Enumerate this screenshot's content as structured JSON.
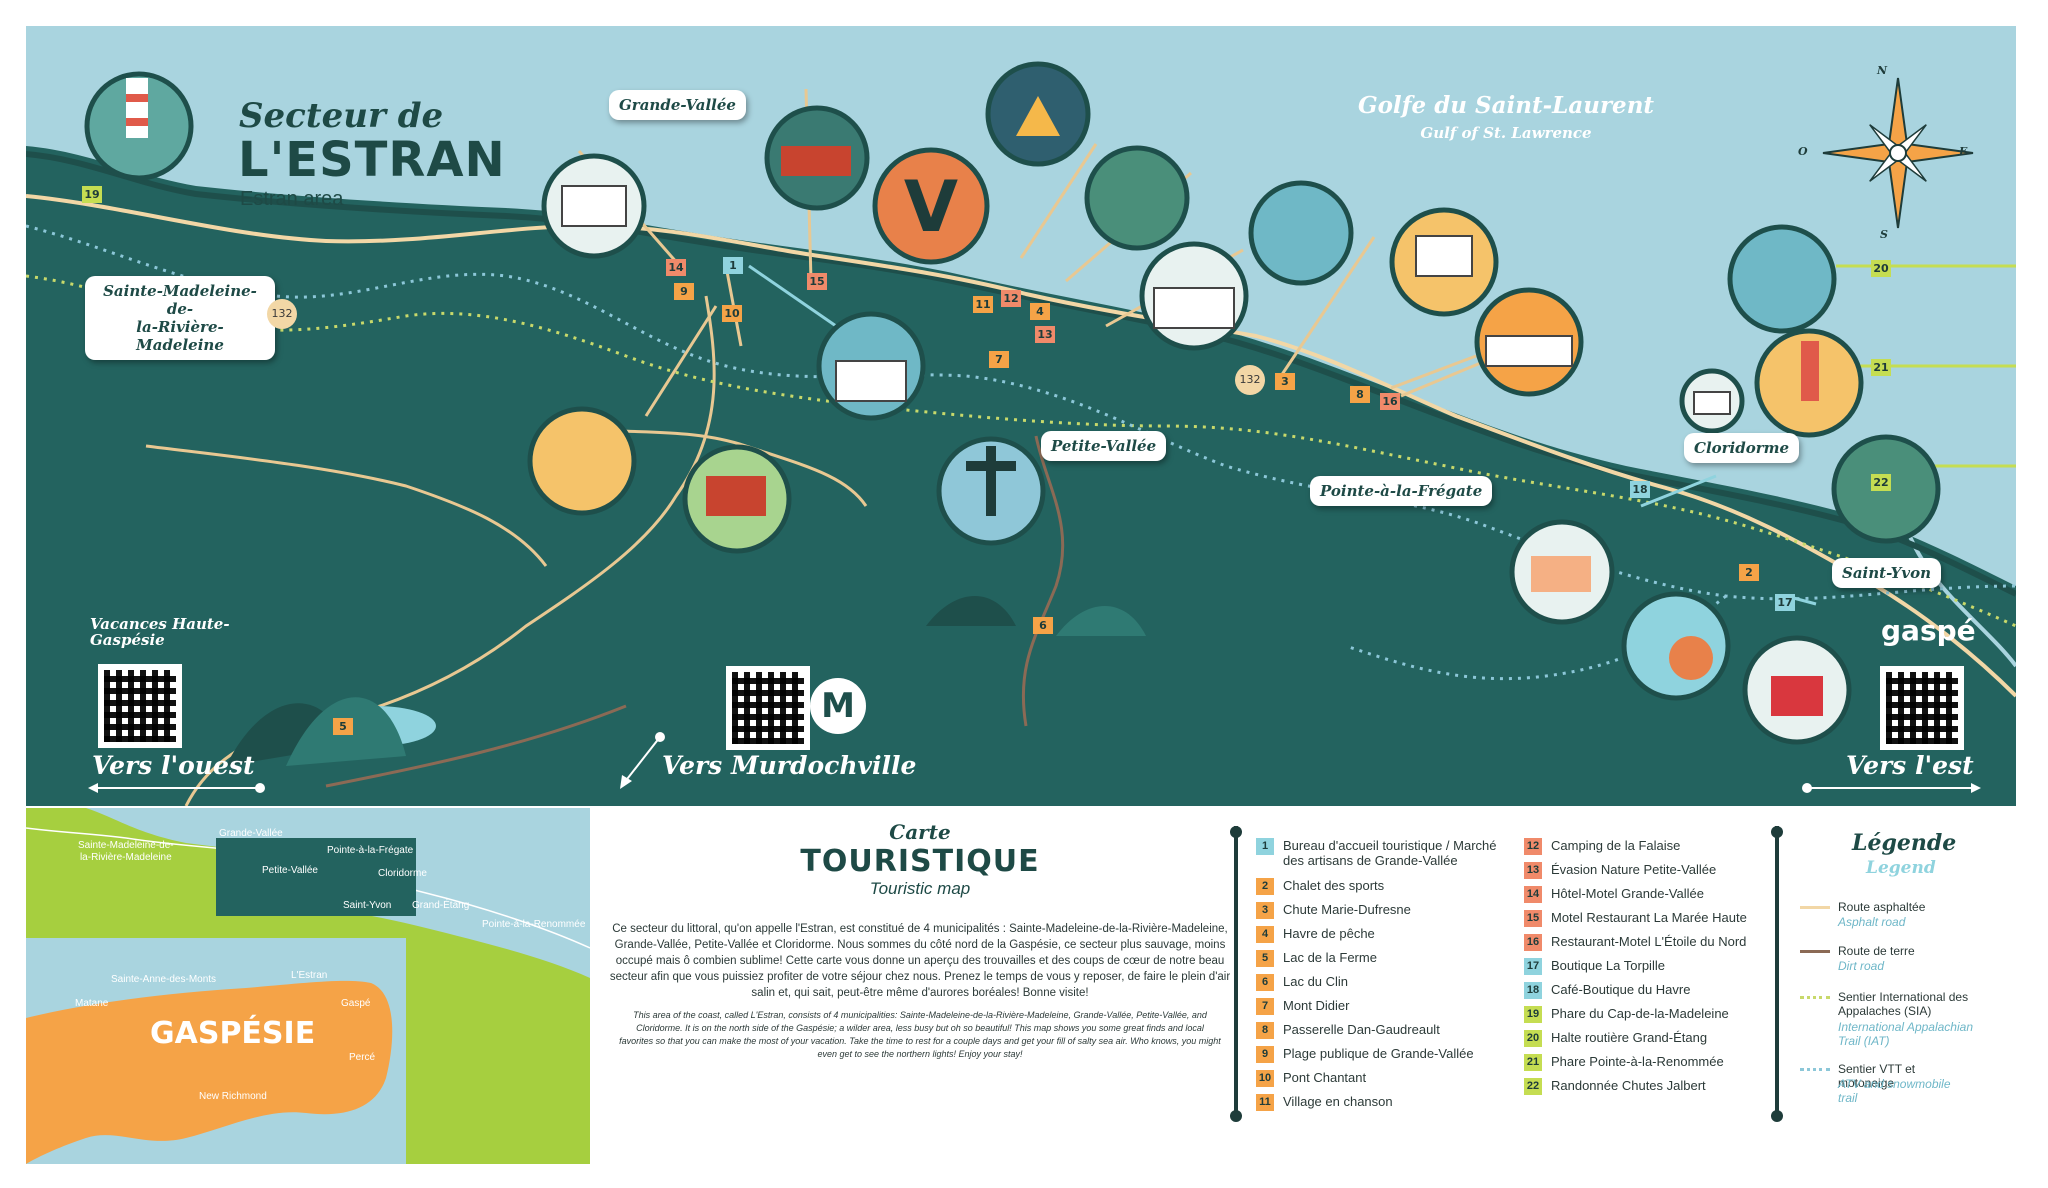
{
  "colors": {
    "sea": "#a9d4df",
    "land": "#23635f",
    "land_dark": "#1e4f4b",
    "road": "#e8c892",
    "dirt": "#8b6a55",
    "sia": "#c8d96b",
    "atv": "#8cc7d8",
    "orange": "#f5a347",
    "cyan": "#8fd3de",
    "green_land": "#a6cf3f",
    "legend_green": "#c5dd52"
  },
  "map": {
    "title_line1": "Secteur de",
    "title_line2": "L'ESTRAN",
    "title_en": "Estran area",
    "sea_title": "Golfe du Saint-Laurent",
    "sea_title_en": "Gulf of St. Lawrence",
    "places": [
      {
        "name": "Sainte-Madeleine-de-\nla-Rivière-Madeleine"
      },
      {
        "name": "Grande-Vallée"
      },
      {
        "name": "Petite-Vallée"
      },
      {
        "name": "Pointe-à-la-Frégate"
      },
      {
        "name": "Cloridorme"
      },
      {
        "name": "Saint-Yvon"
      }
    ],
    "highway_labels": [
      "132",
      "132"
    ],
    "markers": [
      "1",
      "2",
      "3",
      "4",
      "5",
      "6",
      "7",
      "8",
      "9",
      "10",
      "11",
      "12",
      "13",
      "14",
      "15",
      "16",
      "17",
      "18",
      "19",
      "20",
      "21",
      "22"
    ],
    "compass": {
      "n": "N",
      "s": "S",
      "e": "E",
      "o": "O"
    },
    "dir_west": "Vers l'ouest",
    "dir_murdoch": "Vers Murdochville",
    "dir_east": "Vers l'est",
    "brand_left": "Vacances Haute-Gaspésie",
    "brand_right": "gaspé"
  },
  "inset": {
    "top_labels": [
      "Sainte-Madeleine-de-\nla-Rivière-Madeleine",
      "Grande-Vallée",
      "Petite-Vallée",
      "Pointe-à-la-Frégate",
      "Cloridorme",
      "Saint-Yvon",
      "Grand-Étang",
      "Pointe-à-la-Renommée"
    ],
    "bottom_labels": [
      "Sainte-Anne-des-Monts",
      "L'Estran",
      "Matane",
      "Gaspé",
      "Percé",
      "New Richmond"
    ],
    "region": "GASPÉSIE"
  },
  "carte": {
    "title_top": "Carte",
    "title_main": "TOURISTIQUE",
    "title_en": "Touristic map",
    "fr_text": "Ce secteur du littoral, qu'on appelle l'Estran, est constitué de 4 municipalités : Sainte-Madeleine-de-la-Rivière-Madeleine, Grande-Vallée, Petite-Vallée et Cloridorme. Nous sommes du côté nord de la Gaspésie, ce secteur plus sauvage, moins occupé mais ô combien sublime! Cette carte vous donne un aperçu des trouvailles et des coups de cœur de notre beau secteur afin que vous puissiez profiter de votre séjour chez nous. Prenez le temps de vous y reposer, de faire le plein d'air salin et, qui sait, peut-être même d'aurores boréales! Bonne visite!",
    "en_text": "This area of the coast, called L'Estran, consists of 4 municipalities: Sainte-Madeleine-de-la-Rivière-Madeleine, Grande-Vallée, Petite-Vallée, and Cloridorme. It is on the north side of the Gaspésie; a wilder area, less busy but oh so beautiful! This map shows you some great finds and local favorites so that you can make the most of your vacation. Take the time to rest for a couple days and get your fill of salty sea air. Who knows, you might even get to see the northern lights! Enjoy your stay!"
  },
  "list_left": [
    {
      "n": "1",
      "label": "Bureau d'accueil touristique / Marché des artisans de Grande-Vallée",
      "color": "#8fd3de"
    },
    {
      "n": "2",
      "label": "Chalet des sports",
      "color": "#f5a347"
    },
    {
      "n": "3",
      "label": "Chute Marie-Dufresne",
      "color": "#f5a347"
    },
    {
      "n": "4",
      "label": "Havre de pêche",
      "color": "#f5a347"
    },
    {
      "n": "5",
      "label": "Lac de la Ferme",
      "color": "#f5a347"
    },
    {
      "n": "6",
      "label": "Lac du Clin",
      "color": "#f5a347"
    },
    {
      "n": "7",
      "label": "Mont Didier",
      "color": "#f5a347"
    },
    {
      "n": "8",
      "label": "Passerelle Dan-Gaudreault",
      "color": "#f5a347"
    },
    {
      "n": "9",
      "label": "Plage publique de Grande-Vallée",
      "color": "#f5a347"
    },
    {
      "n": "10",
      "label": "Pont Chantant",
      "color": "#f5a347"
    },
    {
      "n": "11",
      "label": "Village en chanson",
      "color": "#f5a347"
    }
  ],
  "list_right": [
    {
      "n": "12",
      "label": "Camping de la Falaise",
      "color": "#f08a6a"
    },
    {
      "n": "13",
      "label": "Évasion Nature Petite-Vallée",
      "color": "#f08a6a"
    },
    {
      "n": "14",
      "label": "Hôtel-Motel Grande-Vallée",
      "color": "#f08a6a"
    },
    {
      "n": "15",
      "label": "Motel Restaurant La Marée Haute",
      "color": "#f08a6a"
    },
    {
      "n": "16",
      "label": "Restaurant-Motel L'Étoile du Nord",
      "color": "#f08a6a"
    },
    {
      "n": "17",
      "label": "Boutique La Torpille",
      "color": "#8fd3de"
    },
    {
      "n": "18",
      "label": "Café-Boutique du Havre",
      "color": "#8fd3de"
    },
    {
      "n": "19",
      "label": "Phare du Cap-de-la-Madeleine",
      "color": "#c5dd52"
    },
    {
      "n": "20",
      "label": "Halte routière Grand-Étang",
      "color": "#c5dd52"
    },
    {
      "n": "21",
      "label": "Phare Pointe-à-la-Renommée",
      "color": "#c5dd52"
    },
    {
      "n": "22",
      "label": "Randonnée Chutes Jalbert",
      "color": "#c5dd52"
    }
  ],
  "legend": {
    "title": "Légende",
    "title_en": "Legend",
    "items": [
      {
        "fr": "Route asphaltée",
        "en": "Asphalt road",
        "color": "#f2d7a6",
        "style": "solid"
      },
      {
        "fr": "Route de terre",
        "en": "Dirt road",
        "color": "#8b6a55",
        "style": "solid"
      },
      {
        "fr": "Sentier International des Appalaches (SIA)",
        "en": "International Appalachian Trail (IAT)",
        "color": "#c8d96b",
        "style": "dotted"
      },
      {
        "fr": "Sentier VTT et motoneige",
        "en": "ATV and snowmobile trail",
        "color": "#8cc7d8",
        "style": "dotted"
      }
    ]
  }
}
